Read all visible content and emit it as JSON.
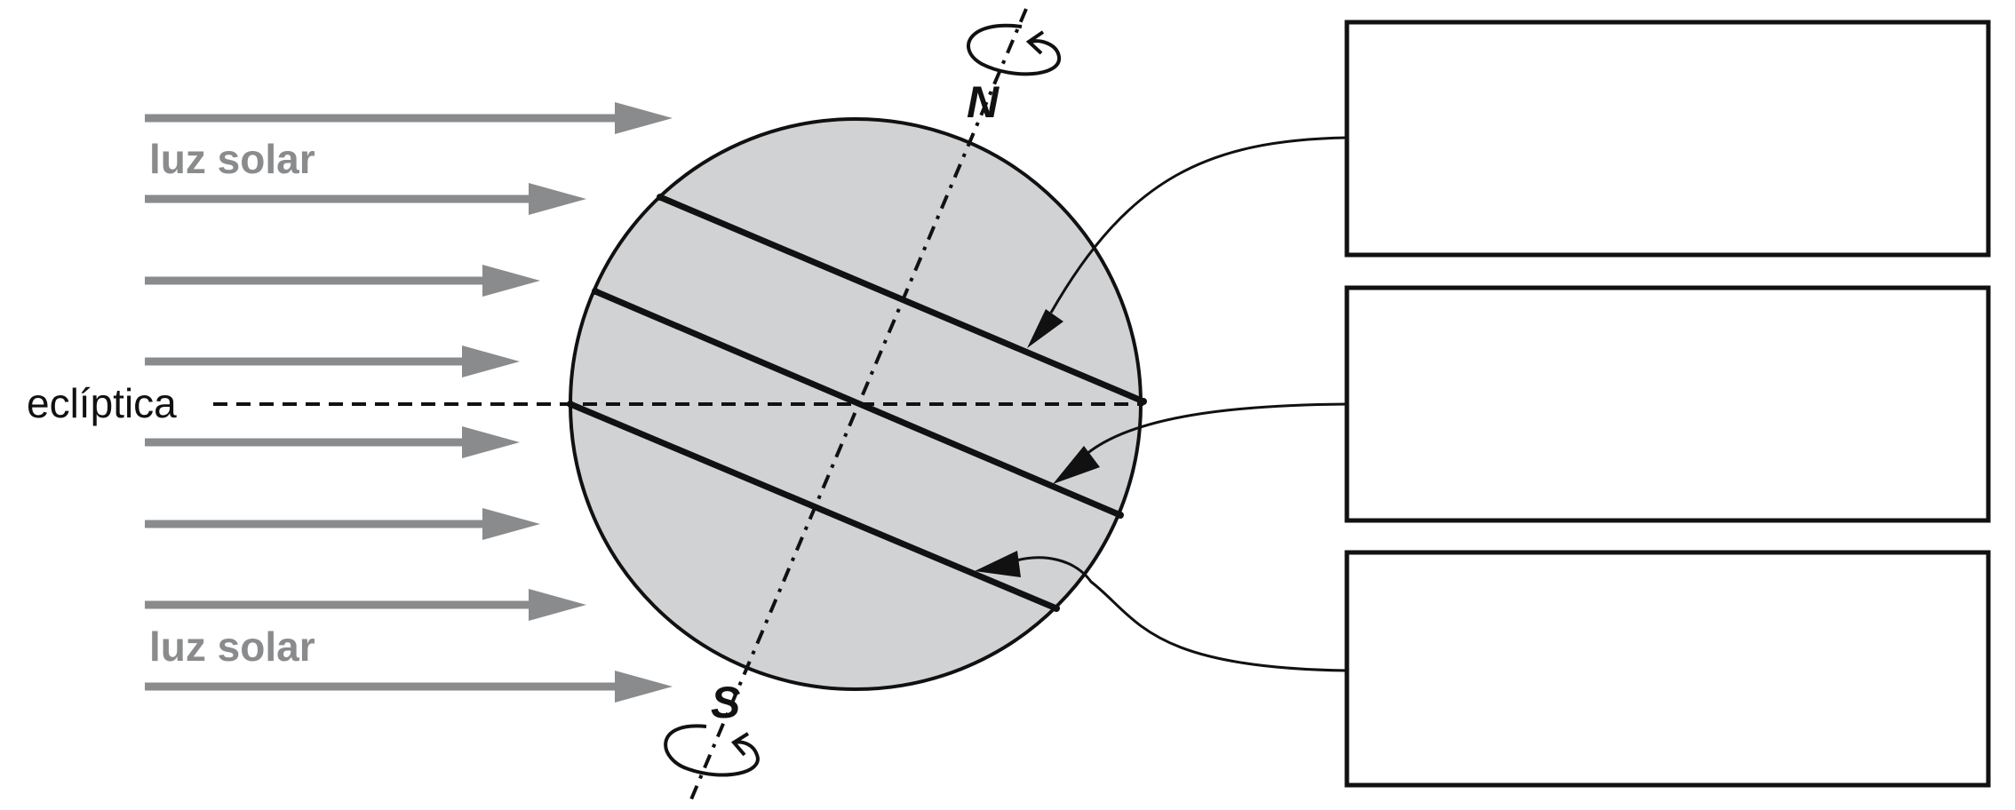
{
  "labels": {
    "sunlight_top": "luz solar",
    "sunlight_bottom": "luz solar",
    "ecliptic": "eclíptica",
    "north": "N",
    "south": "S"
  },
  "answer_boxes": [
    {
      "text": ""
    },
    {
      "text": ""
    },
    {
      "text": ""
    }
  ],
  "colors": {
    "sunlight": "#8a8b8d",
    "globe_fill": "#d1d2d4",
    "ink": "#111111"
  }
}
